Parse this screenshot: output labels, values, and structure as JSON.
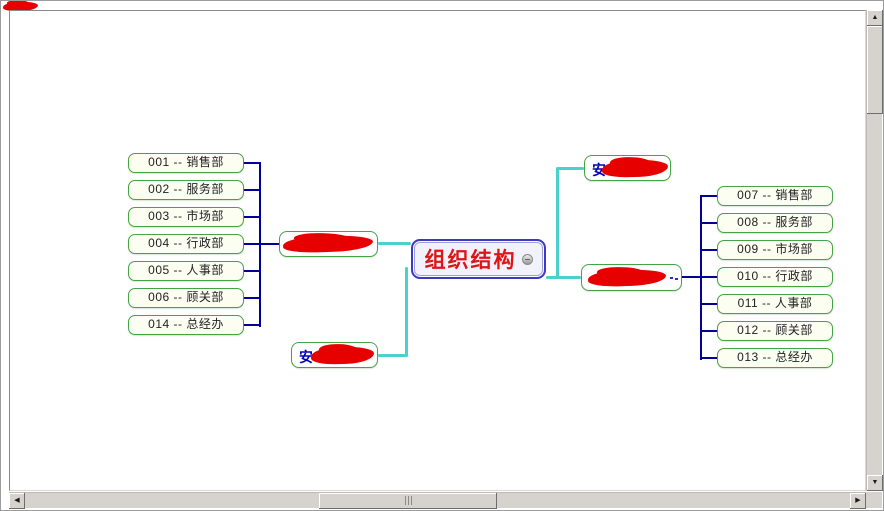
{
  "icons": {
    "scroll_up": "▲",
    "scroll_down": "▼",
    "scroll_left": "◀",
    "scroll_right": "▶"
  },
  "root": {
    "label": "组织结构"
  },
  "branches": {
    "left_main": {
      "text": ""
    },
    "left_sub": {
      "text": "安"
    },
    "right_top": {
      "text": "安"
    },
    "right_main": {
      "text": ""
    }
  },
  "left_children": [
    "001 -- 销售部",
    "002 -- 服务部",
    "003 -- 市场部",
    "004 -- 行政部",
    "005 -- 人事部",
    "006 -- 顾关部",
    "014 -- 总经办"
  ],
  "right_children": [
    "007 -- 销售部",
    "008 -- 服务部",
    "009 -- 市场部",
    "010 -- 行政部",
    "011 -- 人事部",
    "012 -- 顾关部",
    "013 -- 总经办"
  ],
  "colors": {
    "connector_primary": "#4ad1cc",
    "connector_secondary": "#000099",
    "node_border_green": "#44a344",
    "root_text_red": "#dd1515",
    "redaction_red": "#e60000"
  }
}
